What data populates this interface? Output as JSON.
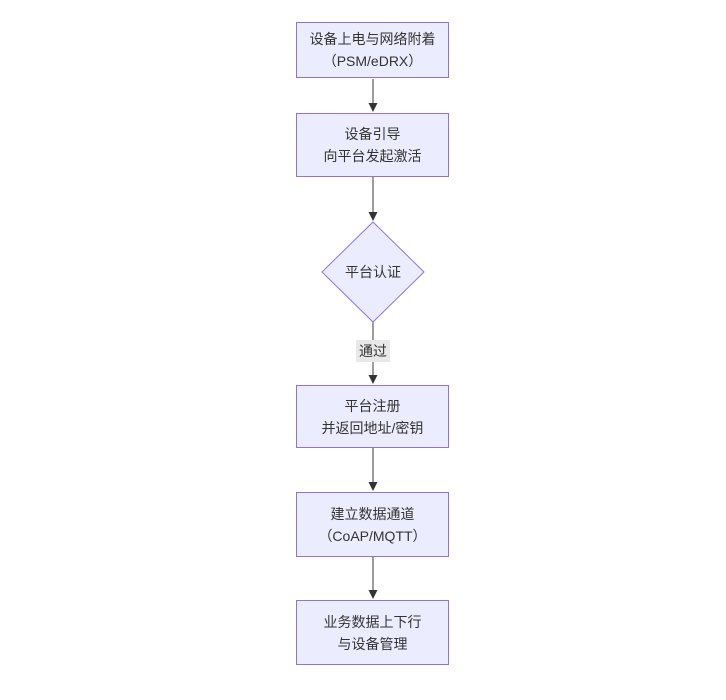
{
  "theme": {
    "node_fill": "#ECECFF",
    "node_border": "#9370DB",
    "edge_color": "#3b3b3b",
    "arrowhead_color": "#333333",
    "text_color": "#333333",
    "edge_label_bg": "#e8e8e8",
    "background": "#ffffff"
  },
  "nodes": [
    {
      "line1": "设备上电与网络附着",
      "line2": "（PSM/eDRX）"
    },
    {
      "line1": "设备引导",
      "line2": "向平台发起激活"
    },
    {
      "line1": "平台注册",
      "line2": "并返回地址/密钥"
    },
    {
      "line1": "建立数据通道",
      "line2": "（CoAP/MQTT）"
    },
    {
      "line1": "业务数据上下行",
      "line2": "与设备管理"
    }
  ],
  "decision": {
    "label": "平台认证"
  },
  "edge_label": {
    "text": "通过"
  }
}
